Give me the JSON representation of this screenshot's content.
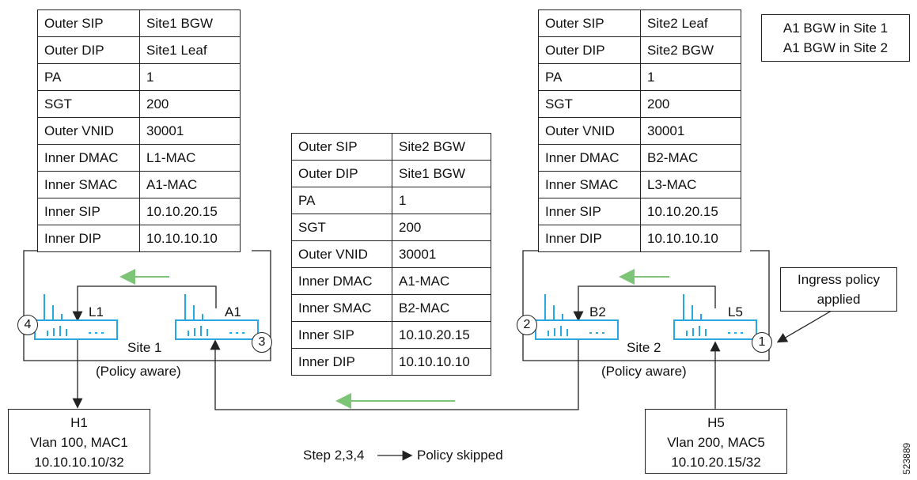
{
  "tables": {
    "left": [
      [
        "Outer SIP",
        "Site1 BGW"
      ],
      [
        "Outer DIP",
        "Site1 Leaf"
      ],
      [
        "PA",
        "1"
      ],
      [
        "SGT",
        "200"
      ],
      [
        "Outer VNID",
        "30001"
      ],
      [
        "Inner DMAC",
        "L1-MAC"
      ],
      [
        "Inner SMAC",
        "A1-MAC"
      ],
      [
        "Inner SIP",
        "10.10.20.15"
      ],
      [
        "Inner DIP",
        "10.10.10.10"
      ]
    ],
    "middle": [
      [
        "Outer SIP",
        "Site2 BGW"
      ],
      [
        "Outer DIP",
        "Site1 BGW"
      ],
      [
        "PA",
        "1"
      ],
      [
        "SGT",
        "200"
      ],
      [
        "Outer VNID",
        "30001"
      ],
      [
        "Inner DMAC",
        "A1-MAC"
      ],
      [
        "Inner SMAC",
        "B2-MAC"
      ],
      [
        "Inner SIP",
        "10.10.20.15"
      ],
      [
        "Inner DIP",
        "10.10.10.10"
      ]
    ],
    "right": [
      [
        "Outer SIP",
        "Site2 Leaf"
      ],
      [
        "Outer DIP",
        "Site2 BGW"
      ],
      [
        "PA",
        "1"
      ],
      [
        "SGT",
        "200"
      ],
      [
        "Outer VNID",
        "30001"
      ],
      [
        "Inner DMAC",
        "B2-MAC"
      ],
      [
        "Inner SMAC",
        "L3-MAC"
      ],
      [
        "Inner SIP",
        "10.10.20.15"
      ],
      [
        "Inner DIP",
        "10.10.10.10"
      ]
    ]
  },
  "note_box": {
    "line1": "A1 BGW in Site 1",
    "line2": "A1 BGW in Site 2"
  },
  "ingress_box": {
    "line1": "Ingress policy",
    "line2": "applied"
  },
  "devices": {
    "l1": "L1",
    "a1": "A1",
    "b2": "B2",
    "l5": "L5"
  },
  "steps": {
    "s1": "1",
    "s2": "2",
    "s3": "3",
    "s4": "4"
  },
  "sites": {
    "site1": "Site 1",
    "site1_mode": "(Policy aware)",
    "site2": "Site 2",
    "site2_mode": "(Policy aware)"
  },
  "hosts": {
    "h1": {
      "name": "H1",
      "vlan": "Vlan 100, MAC1",
      "ip": "10.10.10.10/32"
    },
    "h5": {
      "name": "H5",
      "vlan": "Vlan 200, MAC5",
      "ip": "10.10.20.15/32"
    }
  },
  "legend": {
    "left": "Step 2,3,4",
    "right": "Policy skipped"
  },
  "figure_id": "523889",
  "colors": {
    "switch": "#29a8e0",
    "flow_arrow": "#7cc576",
    "line": "#222222"
  }
}
